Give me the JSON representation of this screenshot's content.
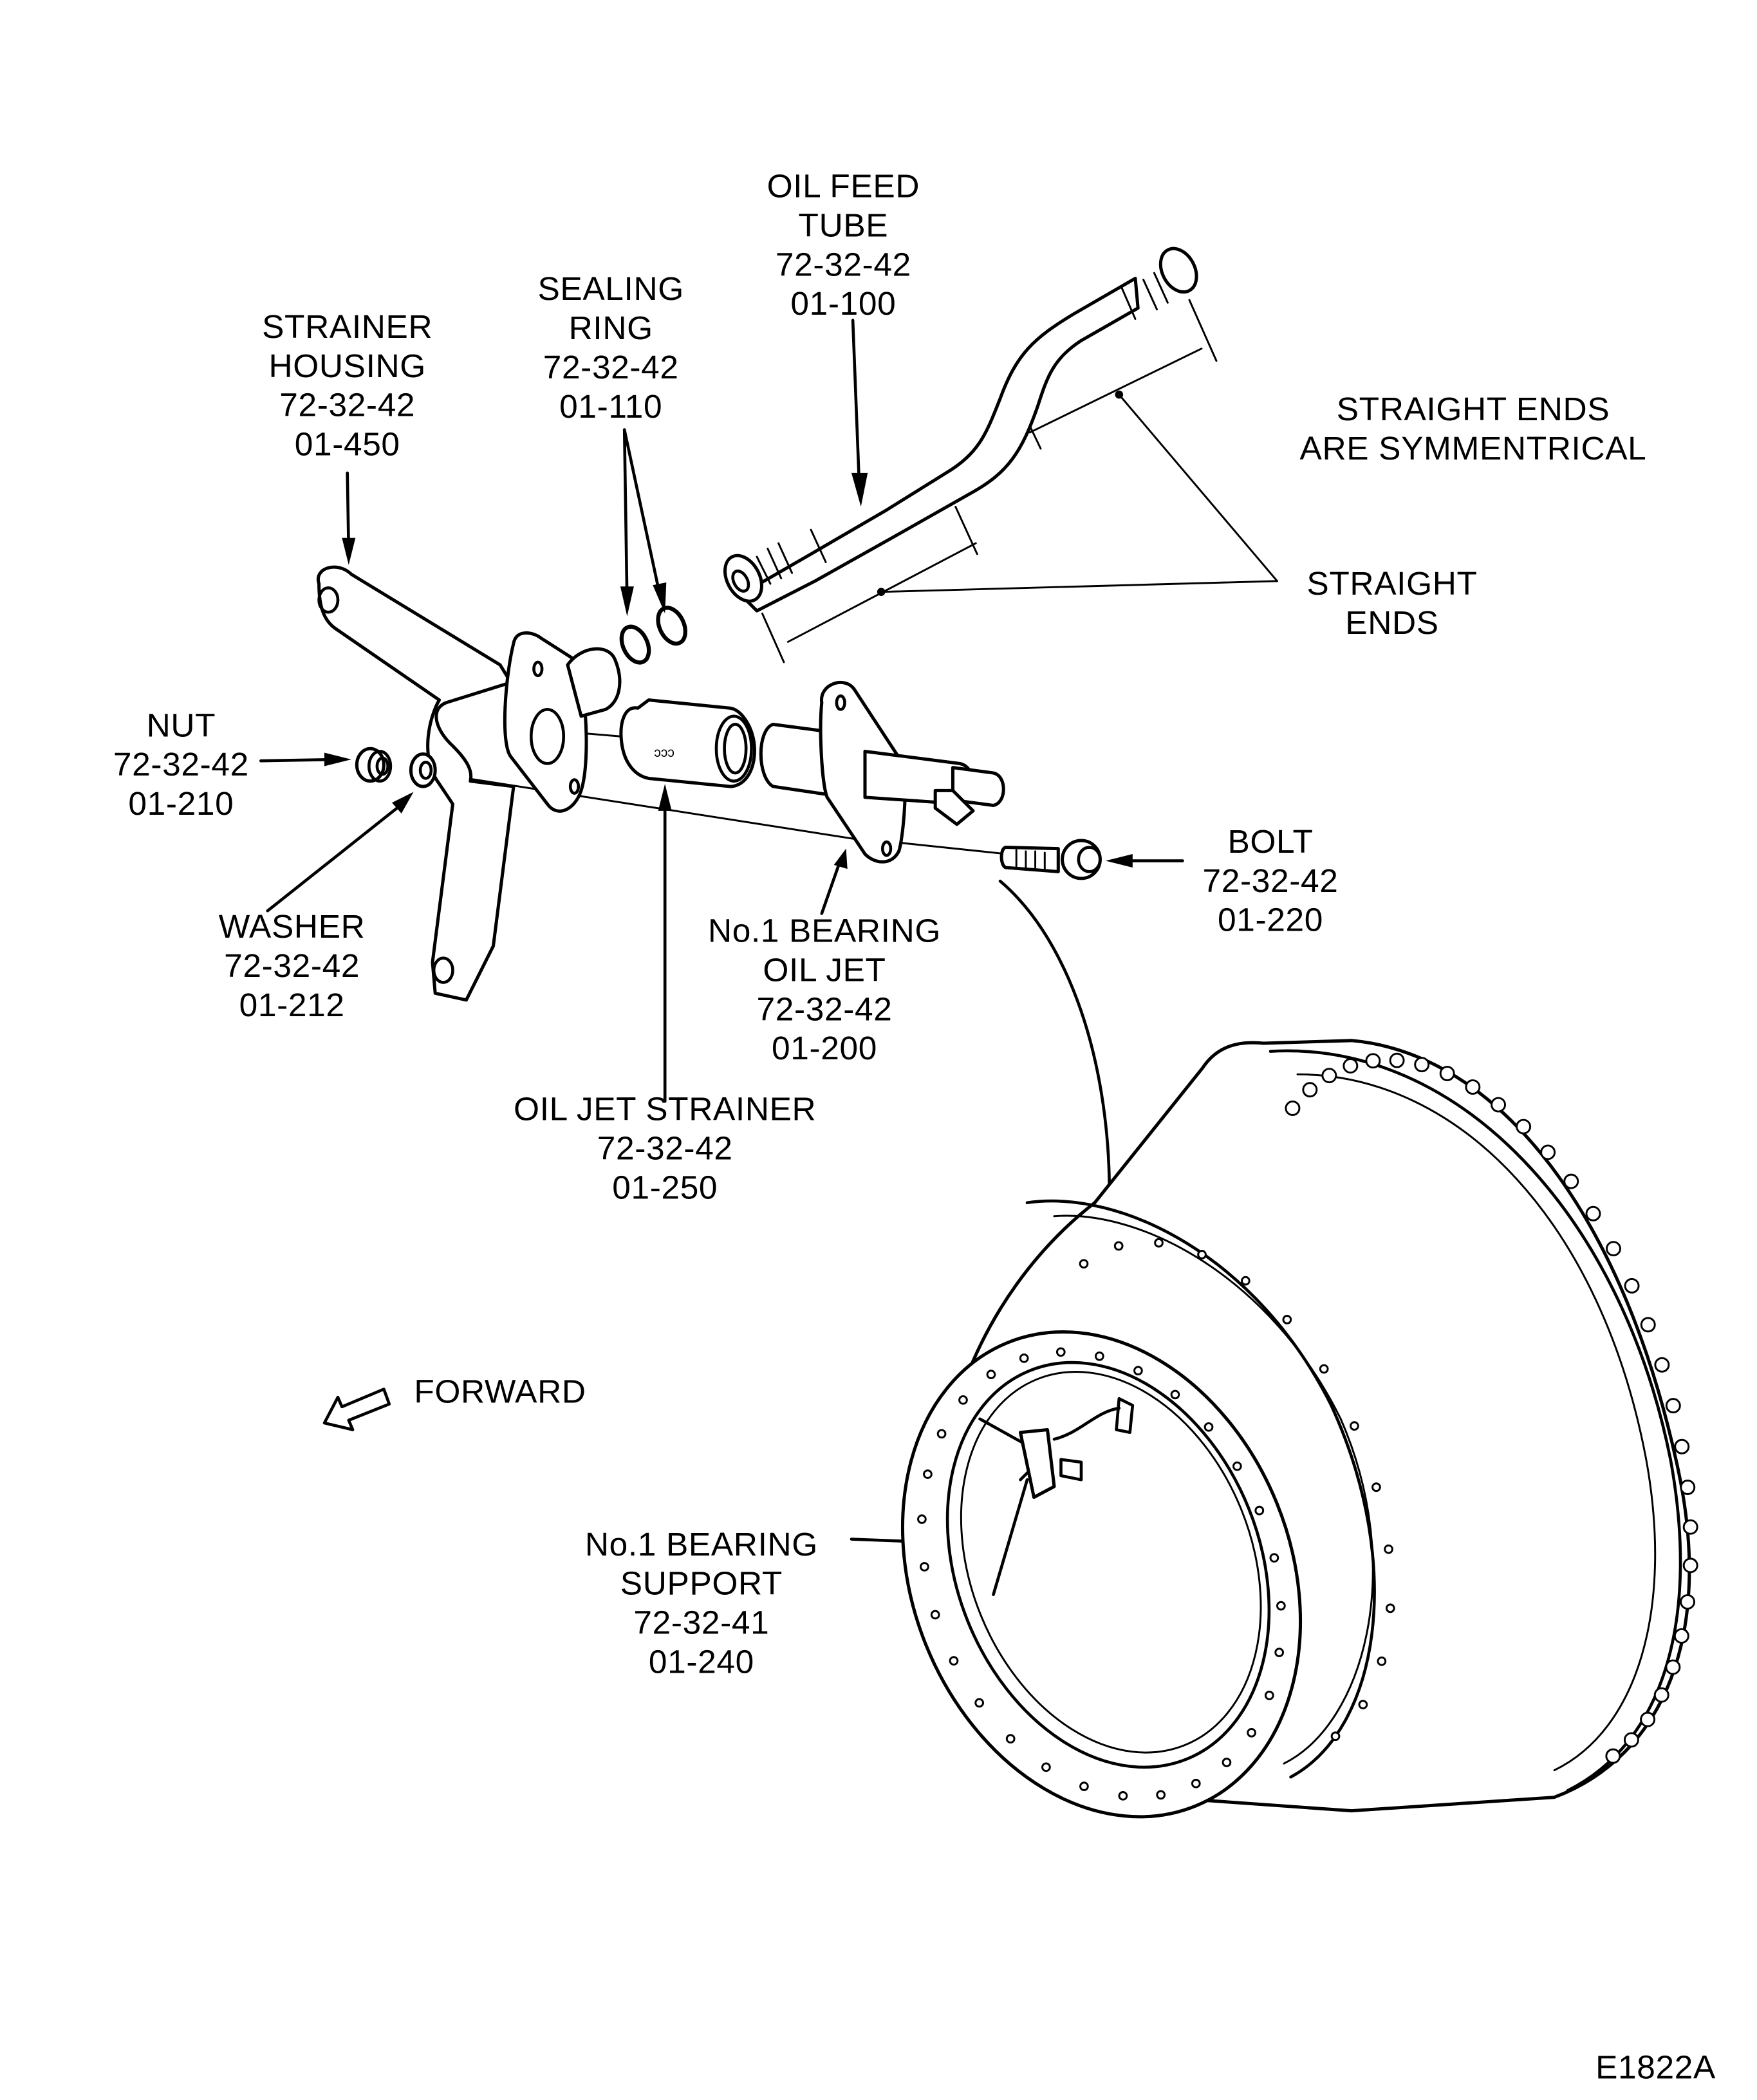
{
  "figure_id": "E1822A",
  "orientation": {
    "label": "FORWARD",
    "icon": "forward-arrow-icon"
  },
  "callouts": {
    "oil_feed_tube": {
      "lines": [
        "OIL  FEED",
        "TUBE",
        "72-32-42",
        "01-100"
      ]
    },
    "sealing_ring": {
      "lines": [
        "SEALING",
        "RING",
        "72-32-42",
        "01-110"
      ]
    },
    "strainer_housing": {
      "lines": [
        "STRAINER",
        "HOUSING",
        "72-32-42",
        "01-450"
      ]
    },
    "nut": {
      "lines": [
        "NUT",
        "72-32-42",
        "01-210"
      ]
    },
    "washer": {
      "lines": [
        "WASHER",
        "72-32-42",
        "01-212"
      ]
    },
    "bearing_oil_jet": {
      "lines": [
        "No.1  BEARING",
        "OIL  JET",
        "72-32-42",
        "01-200"
      ]
    },
    "oil_jet_strainer": {
      "lines": [
        "OIL  JET  STRAINER",
        "72-32-42",
        "01-250"
      ]
    },
    "bolt": {
      "lines": [
        "BOLT",
        "72-32-42",
        "01-220"
      ]
    },
    "bearing_support": {
      "lines": [
        "No.1  BEARING",
        "SUPPORT",
        "72-32-41",
        "01-240"
      ]
    },
    "straight_ends": {
      "lines": [
        "STRAIGHT",
        "ENDS"
      ]
    }
  },
  "notes": {
    "symmetry_note": {
      "lines": [
        "STRAIGHT  ENDS",
        "ARE  SYMMENTRICAL"
      ]
    }
  }
}
